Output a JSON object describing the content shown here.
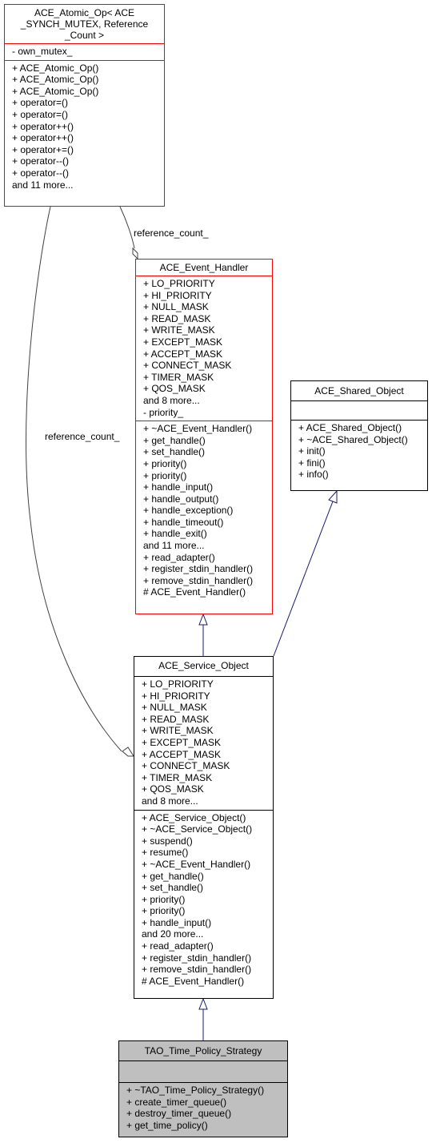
{
  "classes": {
    "atomic_op": {
      "title": "ACE_Atomic_Op< ACE _SYNCH_MUTEX, Reference _Count >",
      "title_lines": [
        "ACE_Atomic_Op< ACE",
        "_SYNCH_MUTEX, Reference",
        "_Count >"
      ],
      "attributes": [
        "- own_mutex_"
      ],
      "methods": [
        "+ ACE_Atomic_Op()",
        "+ ACE_Atomic_Op()",
        "+ ACE_Atomic_Op()",
        "+ operator=()",
        "+ operator=()",
        "+ operator++()",
        "+ operator++()",
        "+ operator+=()",
        "+ operator--()",
        "+ operator--()",
        "and 11 more..."
      ]
    },
    "event_handler": {
      "title": "ACE_Event_Handler",
      "attributes": [
        "+ LO_PRIORITY",
        "+ HI_PRIORITY",
        "+ NULL_MASK",
        "+ READ_MASK",
        "+ WRITE_MASK",
        "+ EXCEPT_MASK",
        "+ ACCEPT_MASK",
        "+ CONNECT_MASK",
        "+ TIMER_MASK",
        "+ QOS_MASK",
        "and 8 more...",
        "- priority_"
      ],
      "methods": [
        "+ ~ACE_Event_Handler()",
        "+ get_handle()",
        "+ set_handle()",
        "+ priority()",
        "+ priority()",
        "+ handle_input()",
        "+ handle_output()",
        "+ handle_exception()",
        "+ handle_timeout()",
        "+ handle_exit()",
        "and 11 more...",
        "+ read_adapter()",
        "+ register_stdin_handler()",
        "+ remove_stdin_handler()",
        "# ACE_Event_Handler()"
      ]
    },
    "shared_object": {
      "title": "ACE_Shared_Object",
      "attributes": [],
      "methods": [
        "+ ACE_Shared_Object()",
        "+ ~ACE_Shared_Object()",
        "+ init()",
        "+ fini()",
        "+ info()"
      ]
    },
    "service_object": {
      "title": "ACE_Service_Object",
      "attributes": [
        "+ LO_PRIORITY",
        "+ HI_PRIORITY",
        "+ NULL_MASK",
        "+ READ_MASK",
        "+ WRITE_MASK",
        "+ EXCEPT_MASK",
        "+ ACCEPT_MASK",
        "+ CONNECT_MASK",
        "+ TIMER_MASK",
        "+ QOS_MASK",
        "and 8 more..."
      ],
      "methods": [
        "+ ACE_Service_Object()",
        "+ ~ACE_Service_Object()",
        "+ suspend()",
        "+ resume()",
        "+ ~ACE_Event_Handler()",
        "+ get_handle()",
        "+ set_handle()",
        "+ priority()",
        "+ priority()",
        "+ handle_input()",
        "and 20 more...",
        "+ read_adapter()",
        "+ register_stdin_handler()",
        "+ remove_stdin_handler()",
        "# ACE_Event_Handler()"
      ]
    },
    "time_policy_strategy": {
      "title": "TAO_Time_Policy_Strategy",
      "attributes": [],
      "methods": [
        "+ ~TAO_Time_Policy_Strategy()",
        "+ create_timer_queue()",
        "+ destroy_timer_queue()",
        "+ get_time_policy()"
      ]
    }
  },
  "edge_labels": {
    "reference_count_upper": "reference_count_",
    "reference_count_left": "reference_count_"
  },
  "colors": {
    "highlight_border": "#ff0000",
    "inheritance_edge": "#191970",
    "association_edge": "#404040",
    "current_class_fill": "#bfbfbf"
  }
}
